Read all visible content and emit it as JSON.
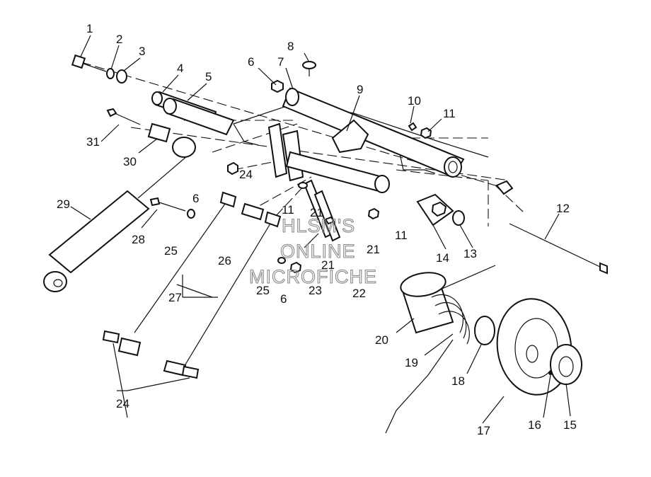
{
  "watermark": {
    "line1": "HLSM'S",
    "line2": "ONLINE",
    "line3": "MICROFICHE"
  },
  "callouts": [
    "1",
    "2",
    "3",
    "4",
    "5",
    "6",
    "7",
    "8",
    "9",
    "10",
    "11",
    "12",
    "13",
    "14",
    "15",
    "16",
    "17",
    "18",
    "19",
    "20",
    "21",
    "22",
    "23",
    "24",
    "25",
    "26",
    "27",
    "28",
    "29",
    "30",
    "31"
  ],
  "callout_labels": [
    {
      "id": "1",
      "text": "1"
    },
    {
      "id": "2",
      "text": "2"
    },
    {
      "id": "3",
      "text": "3"
    },
    {
      "id": "4",
      "text": "4"
    },
    {
      "id": "5",
      "text": "5"
    },
    {
      "id": "6a",
      "text": "6"
    },
    {
      "id": "7",
      "text": "7"
    },
    {
      "id": "8",
      "text": "8"
    },
    {
      "id": "9",
      "text": "9"
    },
    {
      "id": "10",
      "text": "10"
    },
    {
      "id": "11a",
      "text": "11"
    },
    {
      "id": "12",
      "text": "12"
    },
    {
      "id": "13",
      "text": "13"
    },
    {
      "id": "14",
      "text": "14"
    },
    {
      "id": "15",
      "text": "15"
    },
    {
      "id": "16",
      "text": "16"
    },
    {
      "id": "17",
      "text": "17"
    },
    {
      "id": "18",
      "text": "18"
    },
    {
      "id": "19",
      "text": "19"
    },
    {
      "id": "20",
      "text": "20"
    },
    {
      "id": "21a",
      "text": "21"
    },
    {
      "id": "21b",
      "text": "21"
    },
    {
      "id": "21c",
      "text": "21"
    },
    {
      "id": "22",
      "text": "22"
    },
    {
      "id": "23",
      "text": "23"
    },
    {
      "id": "24a",
      "text": "24"
    },
    {
      "id": "24b",
      "text": "24"
    },
    {
      "id": "25a",
      "text": "25"
    },
    {
      "id": "25b",
      "text": "25"
    },
    {
      "id": "26",
      "text": "26"
    },
    {
      "id": "27",
      "text": "27"
    },
    {
      "id": "28",
      "text": "28"
    },
    {
      "id": "29",
      "text": "29"
    },
    {
      "id": "30",
      "text": "30"
    },
    {
      "id": "31",
      "text": "31"
    },
    {
      "id": "6b",
      "text": "6"
    },
    {
      "id": "6c",
      "text": "6"
    },
    {
      "id": "11b",
      "text": "11"
    },
    {
      "id": "11c",
      "text": "11"
    }
  ]
}
